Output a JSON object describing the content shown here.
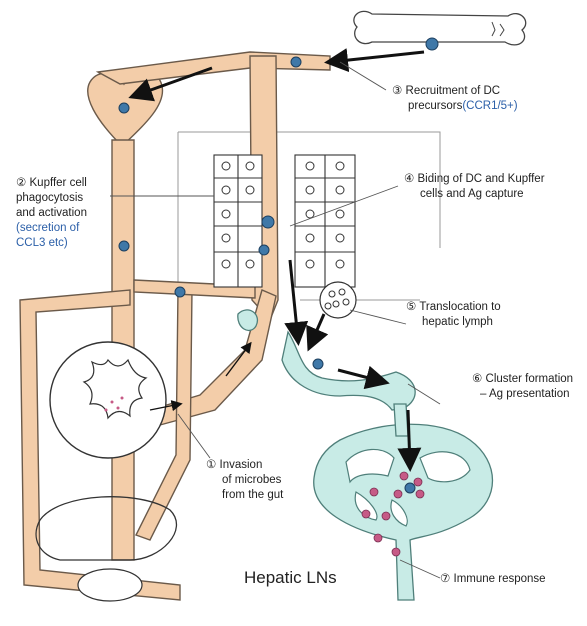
{
  "labels": {
    "step3": {
      "num": "③",
      "line1": "Recruitment of DC",
      "line2": "precursors",
      "note": "(CCR1/5+)"
    },
    "step2": {
      "num": "②",
      "line1": "Kupffer cell",
      "line2": "phagocytosis",
      "line3": "and activation",
      "note1": "(secretion of",
      "note2": "CCL3 etc)"
    },
    "step4": {
      "num": "④",
      "line1": "Biding of DC and Kupffer",
      "line2": "cells and Ag capture"
    },
    "step5": {
      "num": "⑤",
      "line1": "Translocation to",
      "line2": "hepatic lymph"
    },
    "step6": {
      "num": "⑥",
      "line1": "Cluster formation",
      "line2": "– Ag presentation"
    },
    "step1": {
      "num": "①",
      "line1": "Invasion",
      "line2": "of microbes",
      "line3": "from the gut"
    },
    "step7": {
      "num": "⑦",
      "line1": "Immune response"
    },
    "lymph_nodes": "Hepatic LNs"
  },
  "colors": {
    "vessel": "#f3cda9",
    "vessel_edge": "#6b5a4a",
    "lymph": "#c8ebe6",
    "lymph_edge": "#4f7f7a",
    "dc": "#3f78a8",
    "immune": "#c65a86",
    "accent_text": "#2b5fa8"
  }
}
